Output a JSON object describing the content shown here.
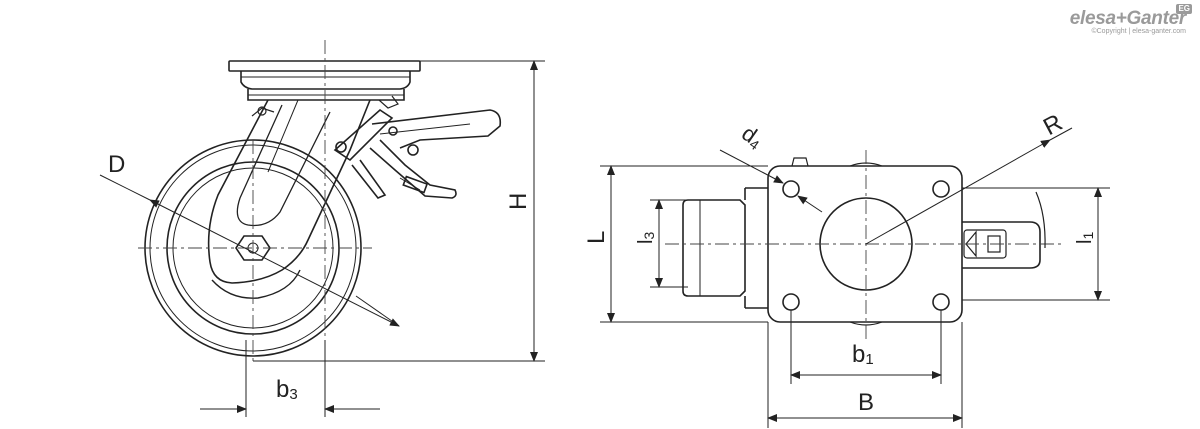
{
  "logo": {
    "brand": "elesa+Ganter",
    "badge": "EG",
    "copyright": "©Copyright | elesa-ganter.com"
  },
  "dimensions": {
    "D": "D",
    "H": "H",
    "b3": "b",
    "b3_sub": "3",
    "L": "L",
    "l3": "l",
    "l3_sub": "3",
    "d4": "d",
    "d4_sub": "4",
    "R": "R",
    "l1": "l",
    "l1_sub": "1",
    "b1": "b",
    "b1_sub": "1",
    "B": "B"
  },
  "colors": {
    "line": "#222222",
    "center_line": "#444444",
    "logo": "#9a9a9a"
  }
}
